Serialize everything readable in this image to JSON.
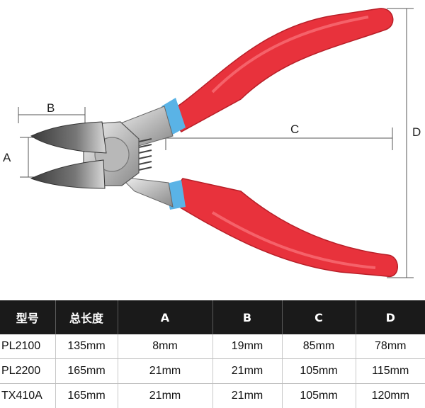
{
  "dimensions": {
    "a": "A",
    "b": "B",
    "c": "C",
    "d": "D"
  },
  "colors": {
    "handle": "#e8323c",
    "handle_shade": "#b81f28",
    "grip_band": "#5ab3e6",
    "metal": "#c9c9c9",
    "table_header": "#1a1a1a"
  },
  "table": {
    "headers": [
      "型号",
      "总长度",
      "A",
      "B",
      "C",
      "D"
    ],
    "rows": [
      [
        "PL2100",
        "135mm",
        "8mm",
        "19mm",
        "85mm",
        "78mm"
      ],
      [
        "PL2200",
        "165mm",
        "21mm",
        "21mm",
        "105mm",
        "115mm"
      ],
      [
        "TX410A",
        "165mm",
        "21mm",
        "21mm",
        "105mm",
        "120mm"
      ]
    ]
  }
}
